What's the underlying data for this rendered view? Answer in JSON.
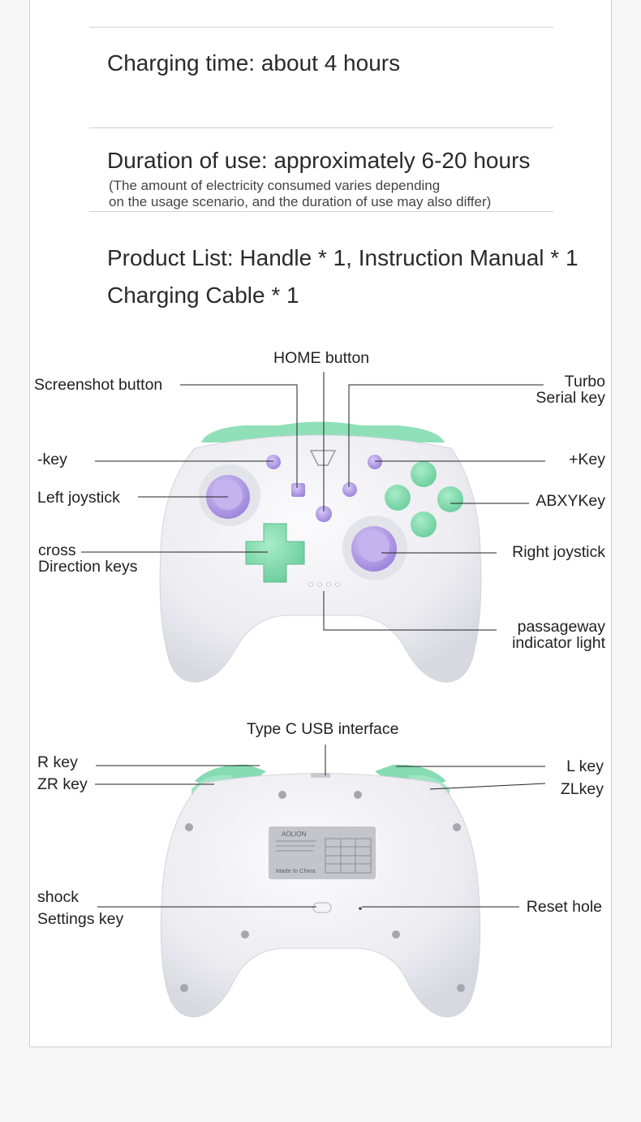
{
  "specs": {
    "charging_time": "Charging time: about 4 hours",
    "duration": "Duration of use: approximately 6-20 hours",
    "duration_note_line1": "(The amount of electricity consumed varies depending",
    "duration_note_line2": "on the usage scenario, and the duration of use may also differ)",
    "product_list_line1": "Product List: Handle * 1, Instruction Manual * 1",
    "product_list_line2": "Charging Cable * 1"
  },
  "front_labels": {
    "home": "HOME button",
    "screenshot": "Screenshot button",
    "turbo_line1": "Turbo",
    "turbo_line2": "Serial key",
    "minus": "-key",
    "plus": "+Key",
    "left_joystick": "Left joystick",
    "abxy": "ABXYKey",
    "cross_line1": "cross",
    "cross_line2": "Direction keys",
    "right_joystick": "Right joystick",
    "indicator_line1": "passageway",
    "indicator_line2": "indicator light"
  },
  "back_labels": {
    "type_c": "Type C USB interface",
    "r_key": "R key",
    "zr_key": "ZR key",
    "l_key": "L key",
    "zl_key": "ZLkey",
    "shock_line1": "shock",
    "shock_line2": "Settings key",
    "reset": "Reset hole"
  },
  "back_sticker": {
    "brand": "AOLION",
    "made_in": "Made In China"
  },
  "colors": {
    "shell": "#eeeef2",
    "accent_green": "#86dbb3",
    "accent_purple": "#b9a6e6"
  }
}
